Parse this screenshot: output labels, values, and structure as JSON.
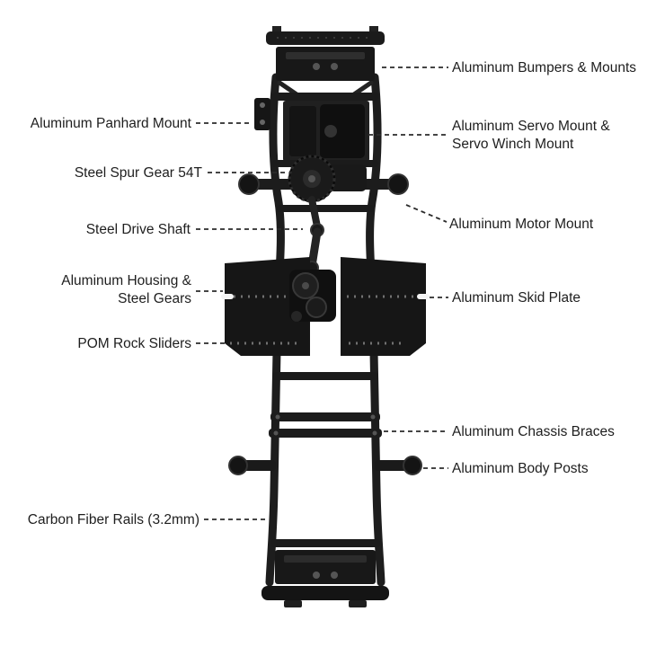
{
  "diagram": {
    "type": "product-parts-diagram",
    "subject": "RC crawler chassis kit, top view with labeled parts",
    "background_color": "#ffffff",
    "chassis_color": "#1a1a1a",
    "leader_line_color": "#2b2b2b",
    "text_color": "#1e1e1e",
    "labels": {
      "bumpers": {
        "text": "Aluminum Bumpers & Mounts",
        "side": "right"
      },
      "panhard": {
        "text": "Aluminum Panhard Mount",
        "side": "left"
      },
      "servo": {
        "text": "Aluminum Servo Mount & Servo Winch Mount",
        "side": "right"
      },
      "spur_gear": {
        "text": "Steel Spur Gear 54T",
        "side": "left"
      },
      "motor_mount": {
        "text": "Aluminum Motor Mount",
        "side": "right"
      },
      "drive_shaft": {
        "text": "Steel Drive Shaft",
        "side": "left"
      },
      "housing": {
        "text": "Aluminum Housing & Steel Gears",
        "side": "left"
      },
      "skid_plate": {
        "text": "Aluminum Skid Plate",
        "side": "right"
      },
      "rock_sliders": {
        "text": "POM Rock Sliders",
        "side": "left"
      },
      "chassis_braces": {
        "text": "Aluminum Chassis Braces",
        "side": "right"
      },
      "body_posts": {
        "text": "Aluminum Body Posts",
        "side": "right"
      },
      "rails": {
        "text": "Carbon Fiber Rails (3.2mm)",
        "side": "left"
      }
    }
  }
}
